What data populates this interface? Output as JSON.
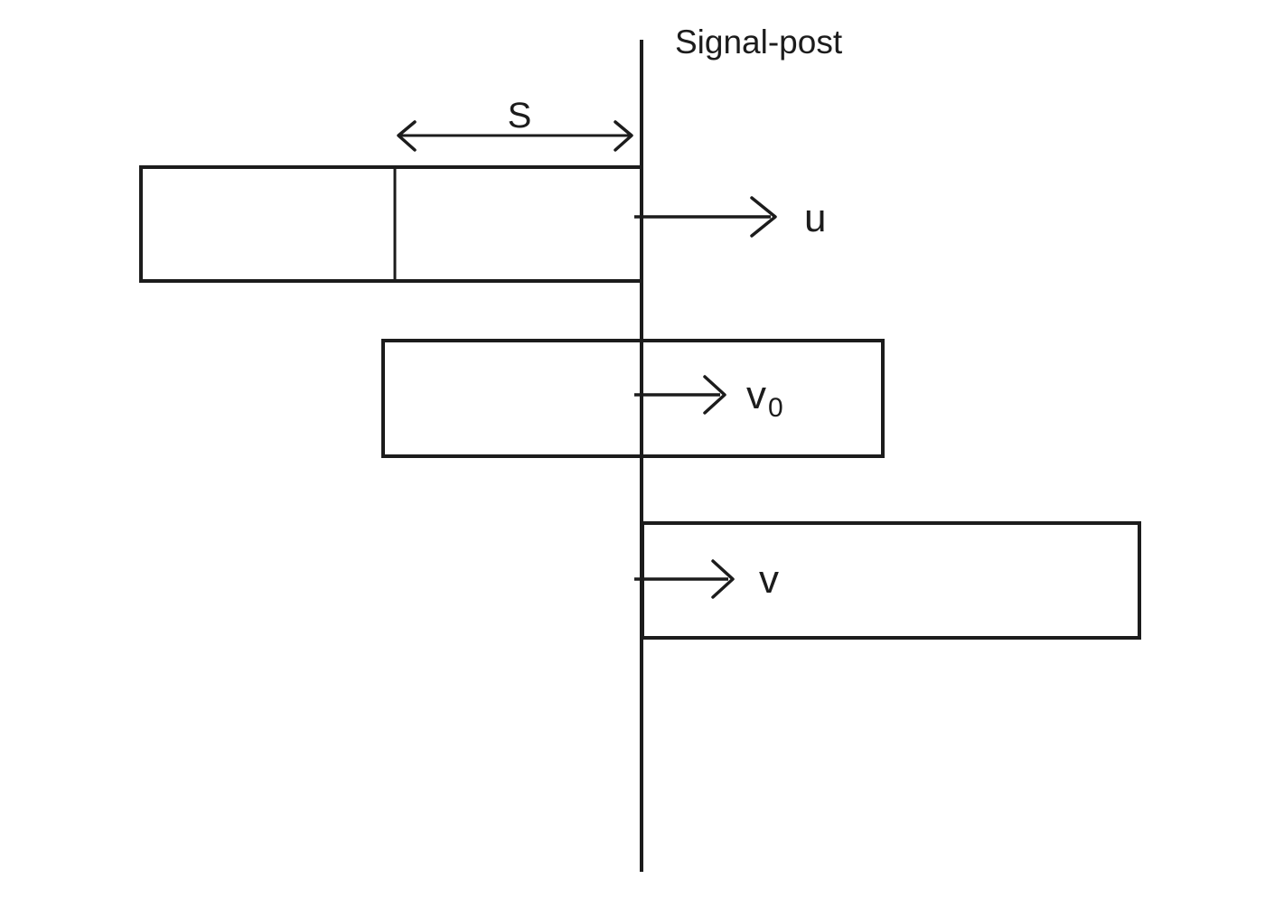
{
  "colors": {
    "ink": "#1c1c1c",
    "background": "#ffffff"
  },
  "diagram": {
    "labels": {
      "title": "Signal-post",
      "distance": "S",
      "u": "u",
      "v0_base": "v",
      "v0_sub": "0",
      "v": "v"
    }
  }
}
